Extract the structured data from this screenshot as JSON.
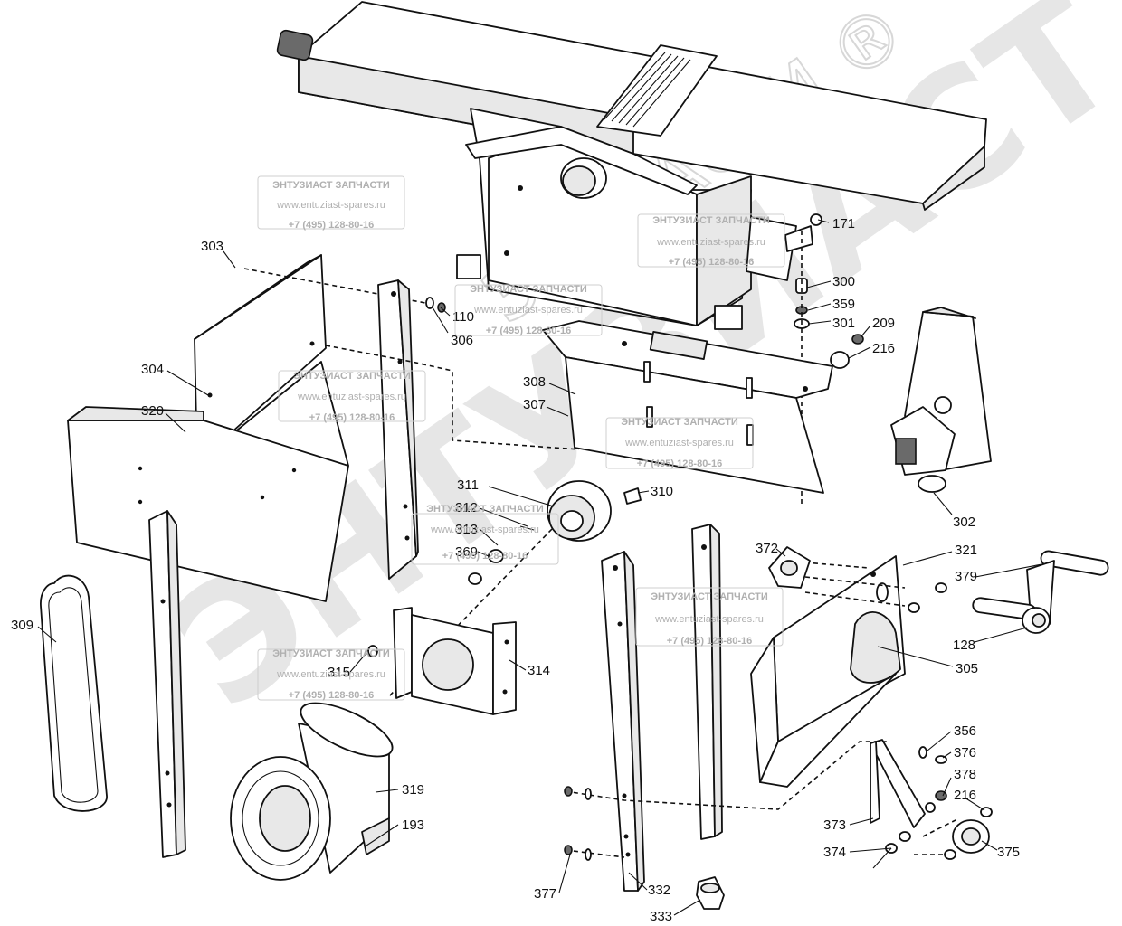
{
  "watermark": {
    "brand_main": "ЭНТУЗИАСТ",
    "brand_secondary": "ЗАПЧАСТИ ®",
    "stamp_title": "ЭНТУЗИАСТ ЗАПЧАСТИ",
    "stamp_site": "www.entuziast-spares.ru",
    "stamp_phone": "+7 (495) 128-80-16"
  },
  "part_labels": {
    "p171": "171",
    "p300": "300",
    "p359": "359",
    "p301": "301",
    "p209": "209",
    "p216a": "216",
    "p303": "303",
    "p110": "110",
    "p306": "306",
    "p304": "304",
    "p320": "320",
    "p308": "308",
    "p307": "307",
    "p311": "311",
    "p310": "310",
    "p312": "312",
    "p313": "313",
    "p369": "369",
    "p302": "302",
    "p372": "372",
    "p321": "321",
    "p379": "379",
    "p309": "309",
    "p315": "315",
    "p314": "314",
    "p128": "128",
    "p305": "305",
    "p319": "319",
    "p193": "193",
    "p356": "356",
    "p376": "376",
    "p378": "378",
    "p216b": "216",
    "p373": "373",
    "p374": "374",
    "p375": "375",
    "p377": "377",
    "p332": "332",
    "p333": "333"
  }
}
